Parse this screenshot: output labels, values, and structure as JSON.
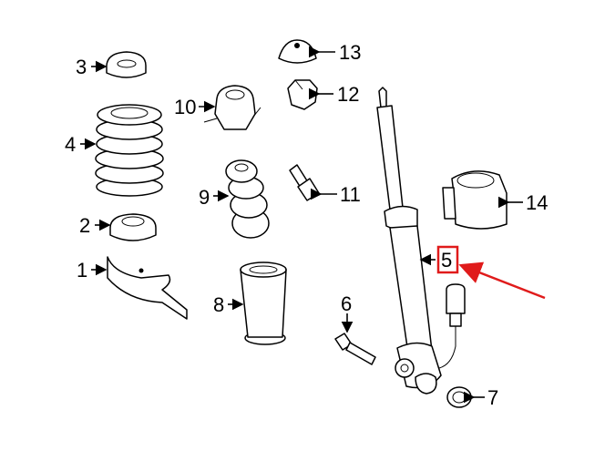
{
  "diagram": {
    "callouts": {
      "p1": "1",
      "p2": "2",
      "p3": "3",
      "p4": "4",
      "p5": "5",
      "p6": "6",
      "p7": "7",
      "p8": "8",
      "p9": "9",
      "p10": "10",
      "p11": "11",
      "p12": "12",
      "p13": "13",
      "p14": "14"
    },
    "highlighted_callout": "5",
    "highlight_color": "#e01b1b",
    "line_color": "#000000"
  }
}
